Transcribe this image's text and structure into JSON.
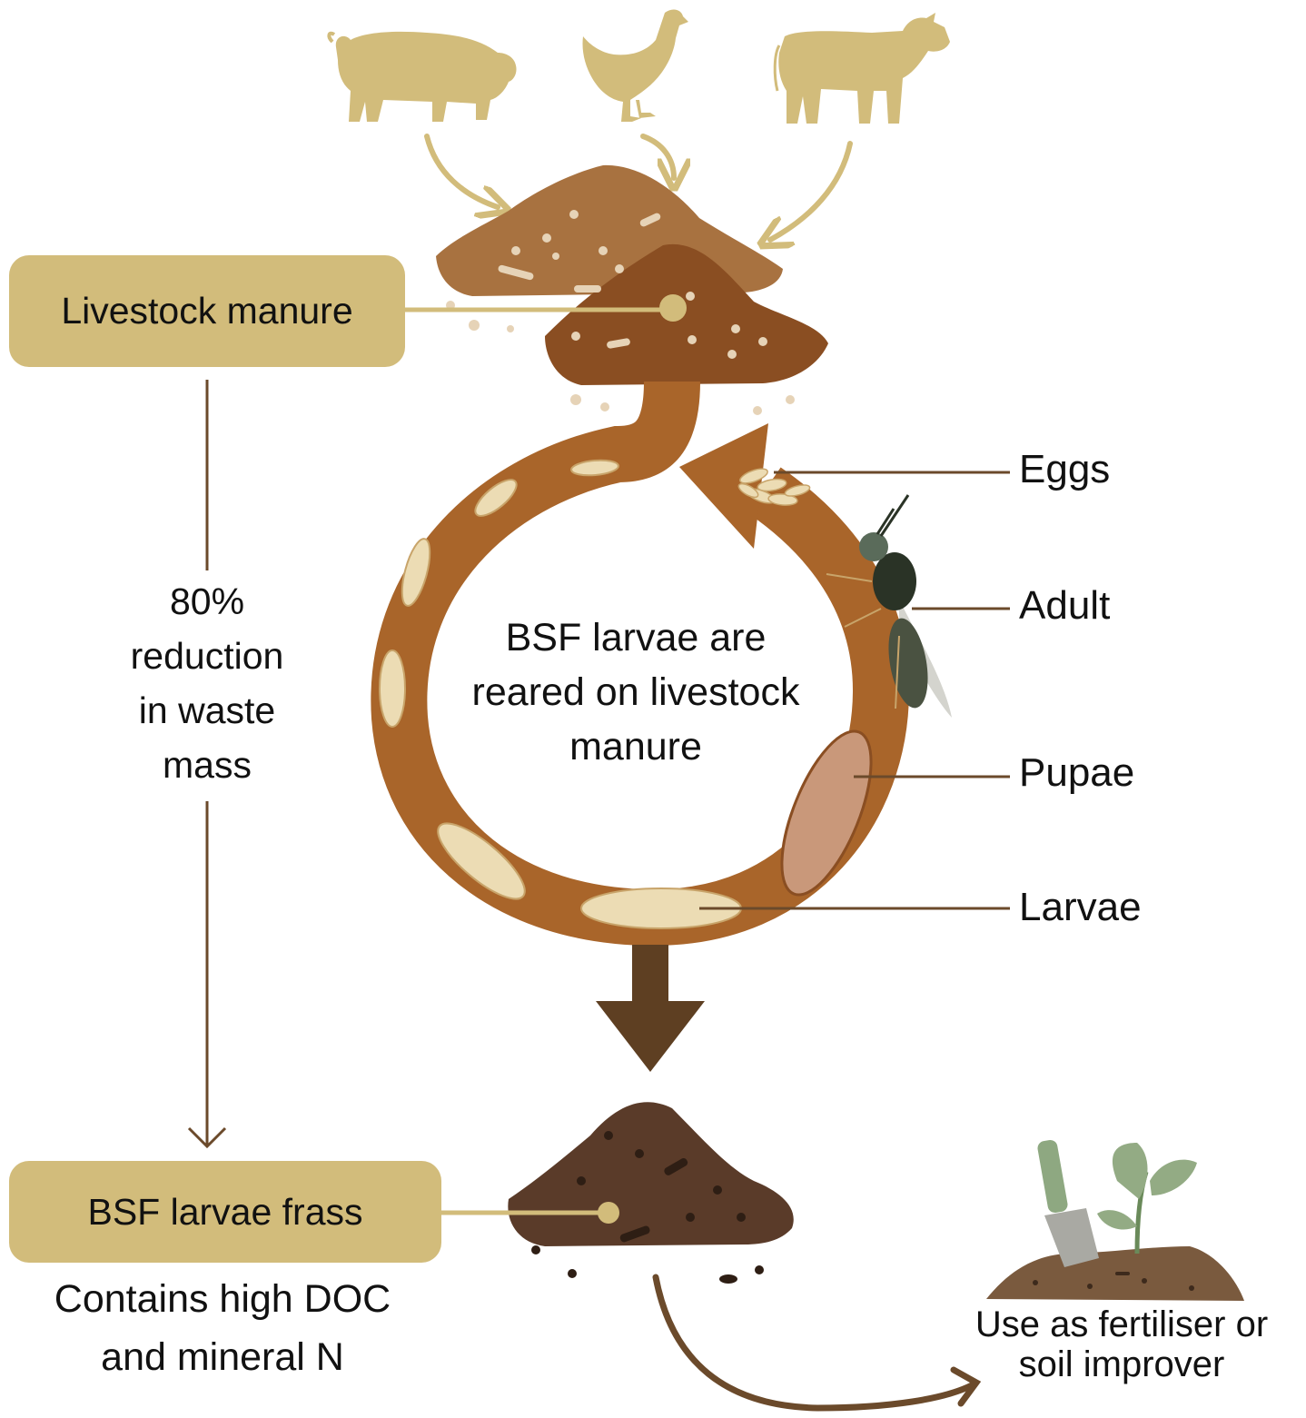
{
  "labels": {
    "manure_box": "Livestock manure",
    "frass_box": "BSF larvae frass",
    "reduction_line1": "80%",
    "reduction_line2": "reduction",
    "reduction_line3": "in waste",
    "reduction_line4": "mass",
    "cycle_line1": "BSF larvae are",
    "cycle_line2": "reared on livestock",
    "cycle_line3": "manure",
    "frass_desc_line1": "Contains high DOC",
    "frass_desc_line2": "and mineral N",
    "use_line1": "Use as fertiliser or",
    "use_line2": "soil improver"
  },
  "stages": [
    "Eggs",
    "Adult",
    "Pupae",
    "Larvae"
  ],
  "colors": {
    "beige": "#d2bc7b",
    "cycle_brown": "#a9652a",
    "dark_brown": "#5e3f22",
    "frass_brown": "#5a3b29",
    "manure_light": "#a87240",
    "manure_dark": "#8a4e22"
  },
  "icons": [
    "pig-icon",
    "chicken-icon",
    "cow-icon",
    "manure-pile-icon",
    "bsf-fly-icon",
    "frass-pile-icon",
    "trowel-icon",
    "seedling-icon"
  ]
}
